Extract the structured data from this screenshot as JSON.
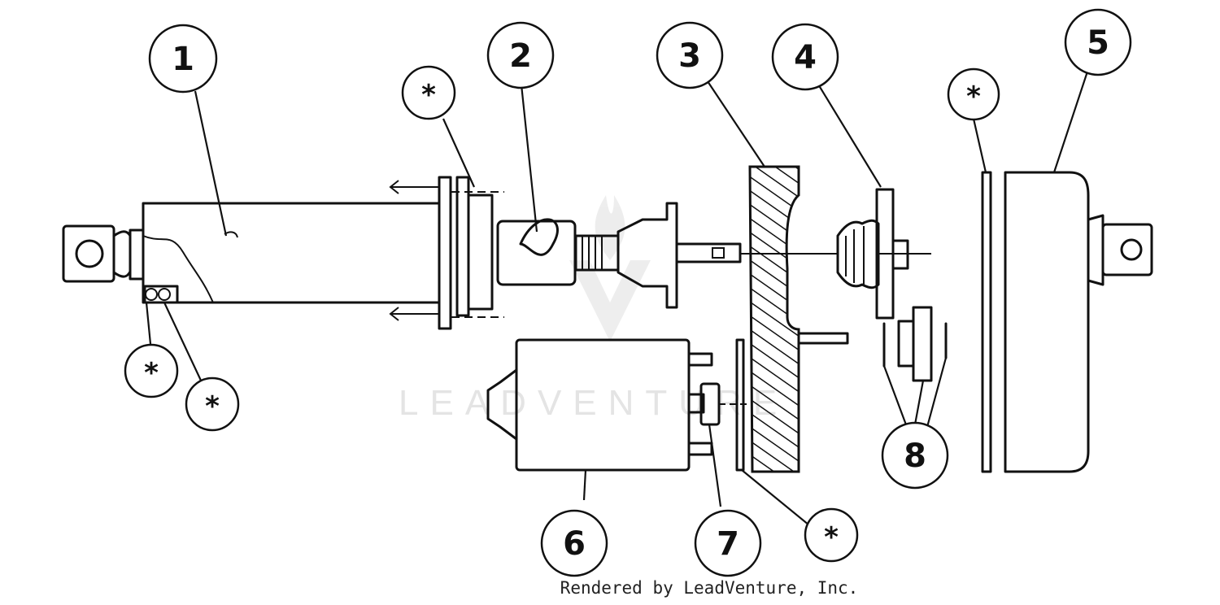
{
  "watermark": "LEADVENTURE",
  "footer": "Rendered by LeadVenture, Inc.",
  "callouts": {
    "c1": "1",
    "c2": "2",
    "c3": "3",
    "c4": "4",
    "c5": "5",
    "c6": "6",
    "c7": "7",
    "c8": "8",
    "s1": "*",
    "s2": "*",
    "s3": "*",
    "s4": "*",
    "s5": "*"
  }
}
